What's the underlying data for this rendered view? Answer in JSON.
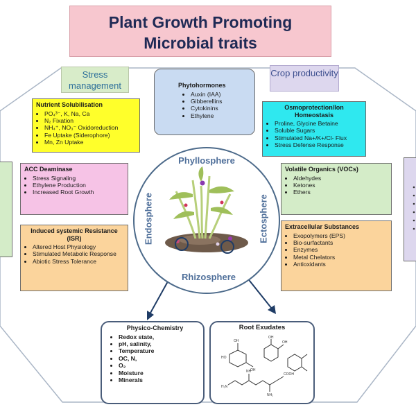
{
  "title": {
    "line1": "Plant Growth Promoting",
    "line2": "Microbial traits"
  },
  "tags": {
    "stress": "Stress management",
    "crop": "Crop productivity"
  },
  "boxes": {
    "nutrient": {
      "heading": "Nutrient Solubilisation",
      "items": [
        "PO₄³⁻, K, Na, Ca",
        "N₂ Fixation",
        "NH₄⁺, NO₃⁻ Oxidoreduction",
        "Fe Uptake (Siderophore)",
        "Mn, Zn Uptake"
      ]
    },
    "phyto": {
      "heading": "Phytohormones",
      "items": [
        "Auxin (IAA)",
        "Gibberellins",
        "Cytokinins",
        "Ethylene"
      ]
    },
    "osmo": {
      "heading": "Osmoprotection/Ion Homeostasis",
      "items": [
        "Proline, Glycine Betaine",
        "Soluble Sugars",
        "Stimulated Na+/K+/Cl- Flux",
        "Stress Defense Response"
      ]
    },
    "acc": {
      "heading": "ACC Deaminase",
      "items": [
        "Stress Signaling",
        "Ethylene Production",
        "Increased Root Growth"
      ]
    },
    "voc": {
      "heading": "Volatile Organics (VOCs)",
      "items": [
        "Aldehydes",
        "Ketones",
        "Ethers"
      ]
    },
    "isr": {
      "heading": "Induced systemic Resistance (ISR)",
      "items": [
        "Altered Host Physiology",
        "Stimulated Metabolic Response",
        "Abiotic Stress Tolerance"
      ]
    },
    "extra": {
      "heading": "Extracellular Substances",
      "items": [
        "Exopolymers (EPS)",
        "Bio-surfactants",
        "Enzymes",
        "Metal Chelators",
        "Antioxidants"
      ]
    },
    "physico": {
      "heading": "Physico-Chemistry",
      "items": [
        "Redox state,",
        "pH, salinity,",
        "Temperature",
        "OC, N,",
        "O₂",
        "Moisture",
        "Minerals"
      ]
    },
    "exudates": {
      "heading": "Root Exudates"
    }
  },
  "spheres": {
    "phyllosphere": "Phyllosphere",
    "endosphere": "Endosphere",
    "ectosphere": "Ectosphere",
    "rhizosphere": "Rhizosphere"
  },
  "colors": {
    "title_bg": "#f7c7cf",
    "title_text": "#1f2a55",
    "stress_tag": "#d8ecc9",
    "crop_tag": "#ddd7ee",
    "yellow": "#ffff2b",
    "pink": "#f6c3e6",
    "orange": "#fbd49c",
    "blue": "#c9dbf2",
    "cyan": "#2fe8ef",
    "sphere_text": "#4f6f9a",
    "arrow": "#1f3c66"
  }
}
